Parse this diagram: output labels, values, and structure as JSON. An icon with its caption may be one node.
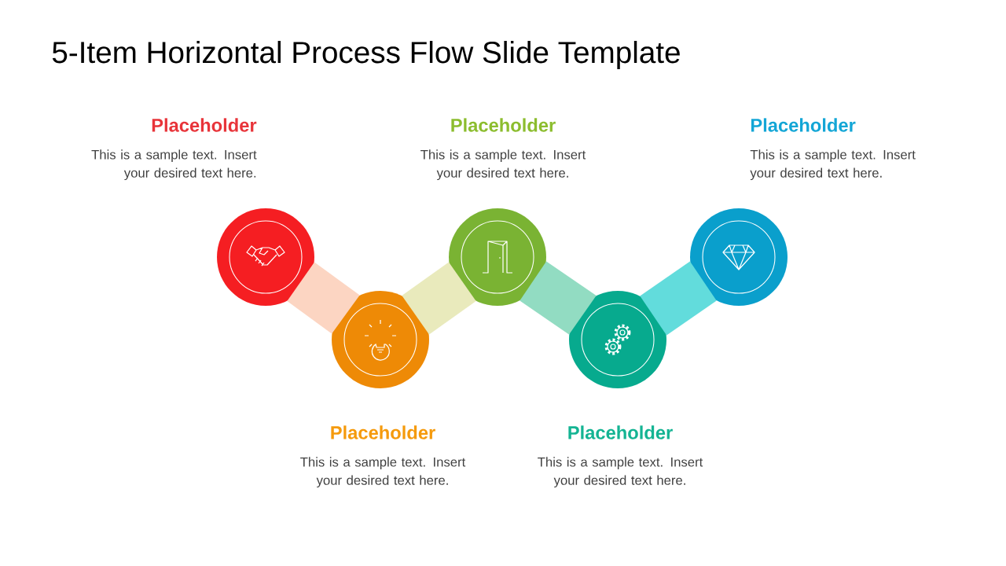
{
  "diagram": {
    "title": "5-Item Horizontal Process Flow Slide Template",
    "nodes": [
      {
        "text": [],
        "shape": "circle",
        "beside": [
          "Placeholder",
          "This is a sample text. Insert your desired text here."
        ]
      },
      {
        "text": [],
        "shape": "circle",
        "beside": [
          "Placeholder",
          "This is a sample text. Insert your desired text here."
        ]
      },
      {
        "text": [],
        "shape": "circle",
        "beside": [
          "Placeholder",
          "This is a sample text. Insert your desired text here."
        ]
      },
      {
        "text": [],
        "shape": "circle",
        "beside": [
          "Placeholder",
          "This is a sample text. Insert your desired text here."
        ]
      },
      {
        "text": [],
        "shape": "circle",
        "beside": [
          "Placeholder",
          "This is a sample text. Insert your desired text here."
        ]
      }
    ],
    "edges": [
      {
        "from": 0,
        "to": 1,
        "arrow": "none",
        "color": "#fcd5c2"
      },
      {
        "from": 1,
        "to": 2,
        "arrow": "none",
        "color": "#e9eabc"
      },
      {
        "from": 2,
        "to": 3,
        "arrow": "none",
        "color": "#92dcc2"
      },
      {
        "from": 3,
        "to": 4,
        "arrow": "none",
        "color": "#62dcdc"
      }
    ]
  }
}
